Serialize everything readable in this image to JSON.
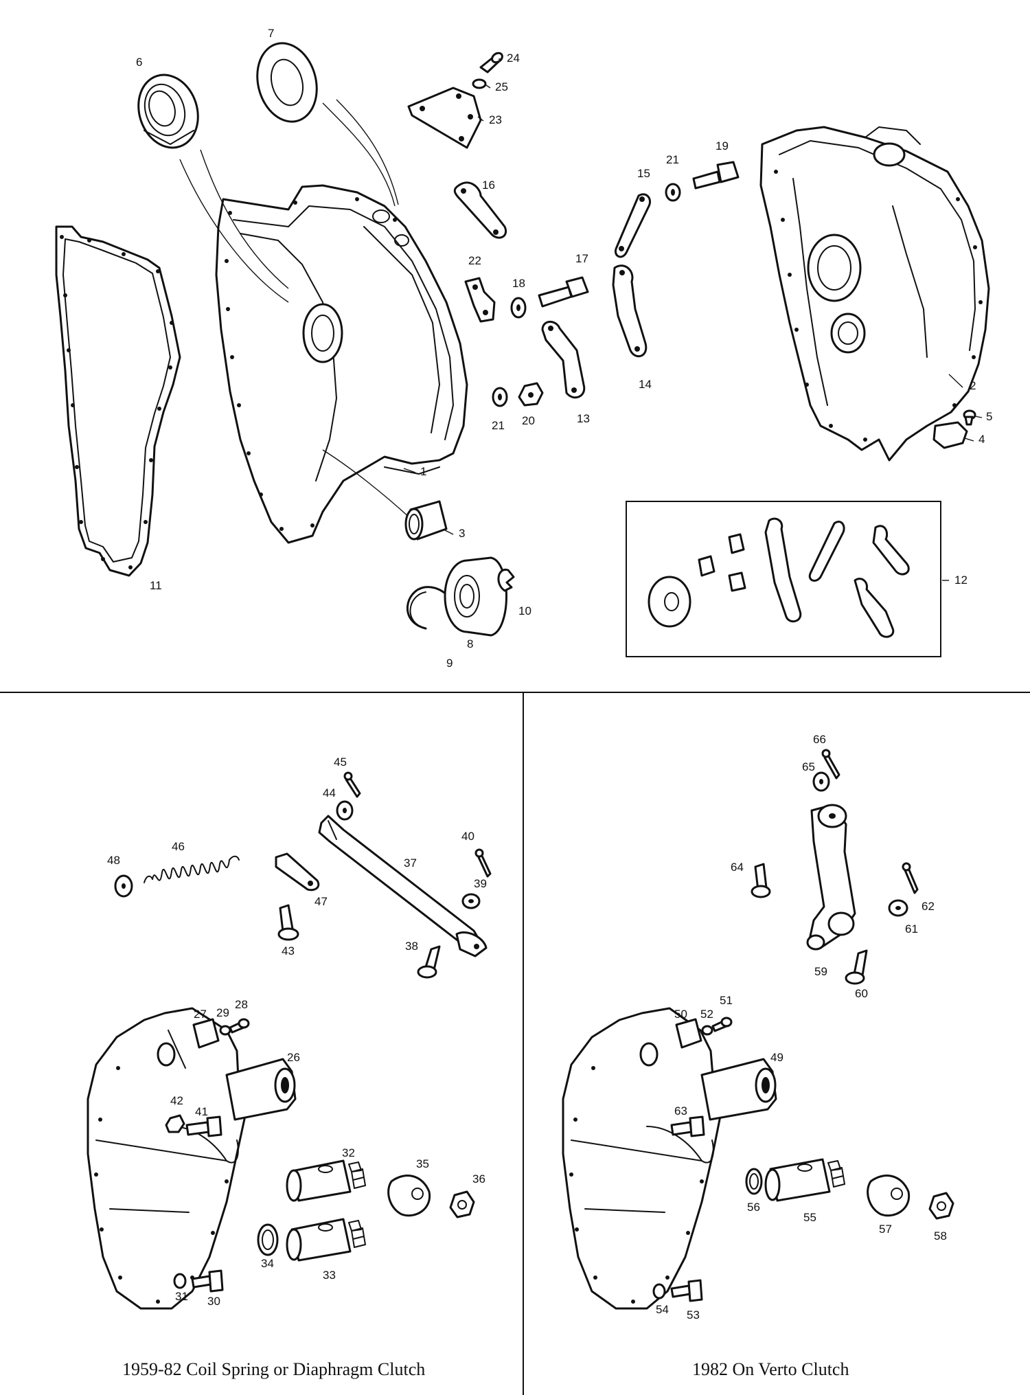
{
  "captions": {
    "left": "1959-82 Coil Spring or Diaphragm Clutch",
    "right": "1982 On Verto Clutch"
  },
  "callouts": {
    "c1": "1",
    "c2": "2",
    "c3": "3",
    "c4": "4",
    "c5": "5",
    "c6": "6",
    "c7": "7",
    "c8": "8",
    "c9": "9",
    "c10": "10",
    "c11": "11",
    "c12": "12",
    "c13": "13",
    "c14": "14",
    "c15": "15",
    "c16": "16",
    "c17": "17",
    "c18": "18",
    "c19": "19",
    "c20": "20",
    "c21a": "21",
    "c21b": "21",
    "c22": "22",
    "c23": "23",
    "c24": "24",
    "c25": "25",
    "c26": "26",
    "c27": "27",
    "c28": "28",
    "c29": "29",
    "c30": "30",
    "c31": "31",
    "c32": "32",
    "c33": "33",
    "c34": "34",
    "c35": "35",
    "c36": "36",
    "c37": "37",
    "c38": "38",
    "c39": "39",
    "c40": "40",
    "c41": "41",
    "c42": "42",
    "c43": "43",
    "c44": "44",
    "c45": "45",
    "c46": "46",
    "c47": "47",
    "c48": "48",
    "c49": "49",
    "c50": "50",
    "c51": "51",
    "c52": "52",
    "c53": "53",
    "c54": "54",
    "c55": "55",
    "c56": "56",
    "c57": "57",
    "c58": "58",
    "c59": "59",
    "c60": "60",
    "c61": "61",
    "c62": "62",
    "c63": "63",
    "c64": "64",
    "c65": "65",
    "c66": "66"
  }
}
